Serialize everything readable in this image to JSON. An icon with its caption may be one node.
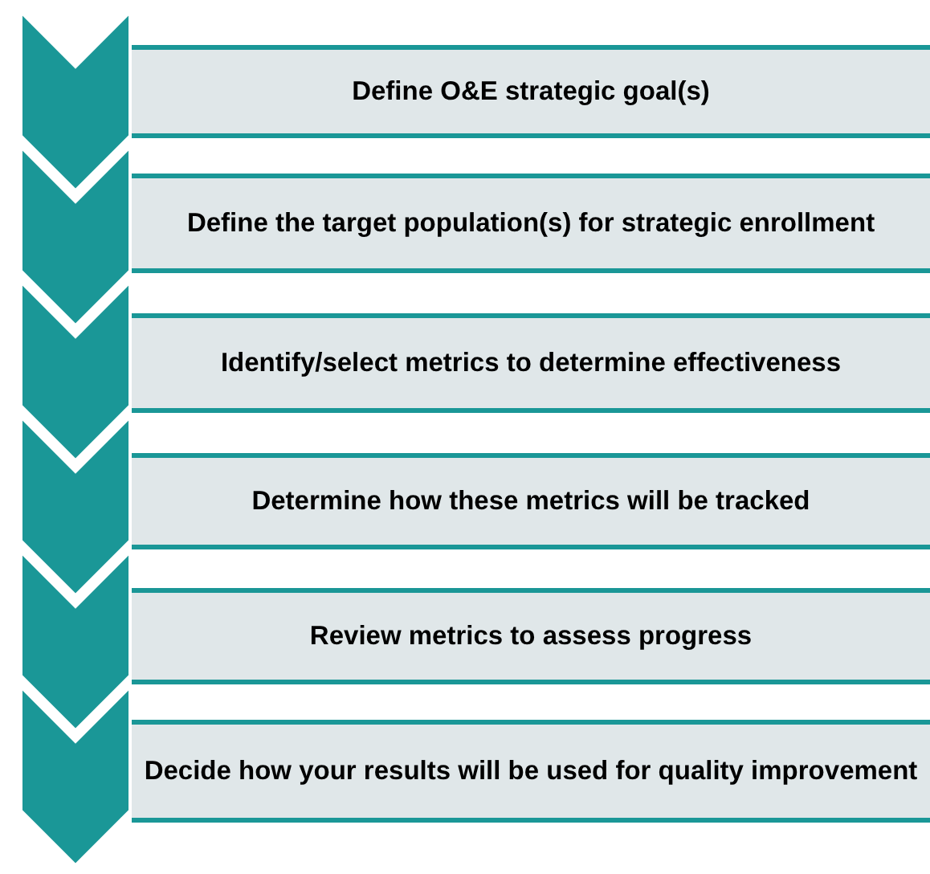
{
  "diagram": {
    "nodes": [
      {
        "text": [
          "Define O&E strategic goal(s)"
        ]
      },
      {
        "text": [
          "Define the target population(s) for strategic enrollment"
        ]
      },
      {
        "text": [
          "Identify/select metrics to determine effectiveness"
        ]
      },
      {
        "text": [
          "Determine how these metrics will be tracked"
        ]
      },
      {
        "text": [
          "Review metrics to assess progress"
        ]
      },
      {
        "text": [
          "Decide how your results will be used for quality improvement"
        ]
      }
    ]
  }
}
